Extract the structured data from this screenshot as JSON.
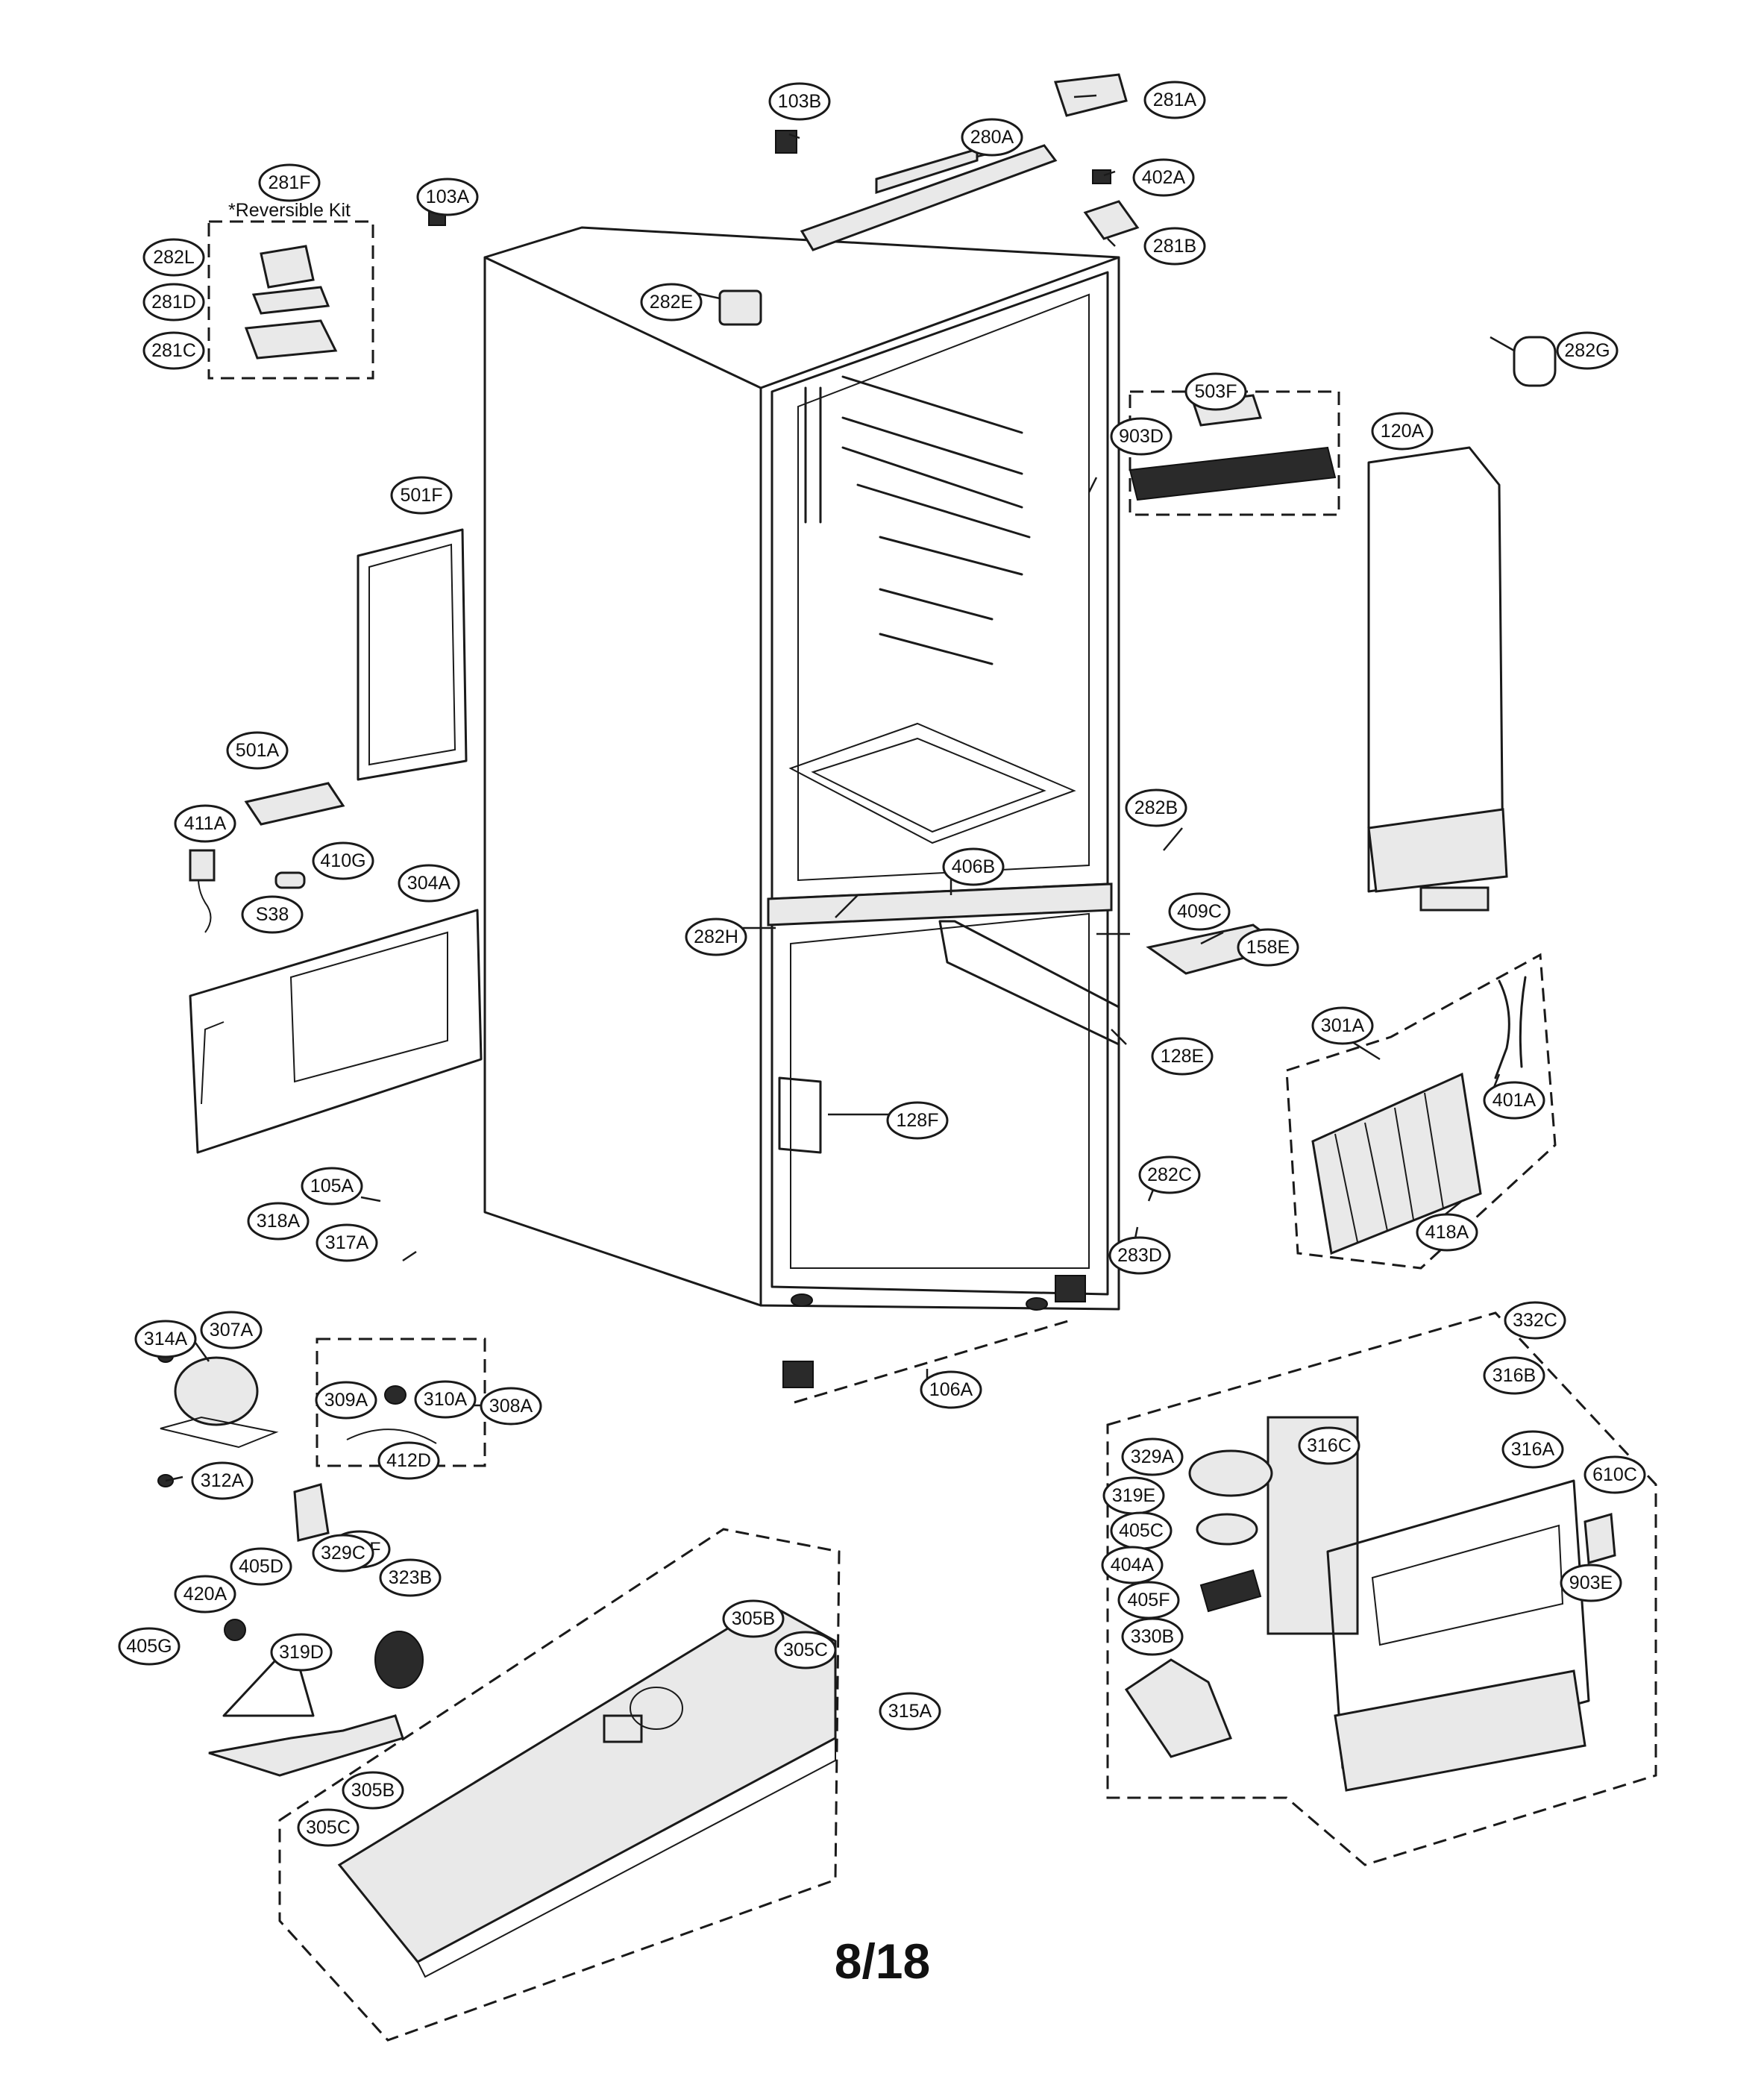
{
  "diagram": {
    "page_number": "8/18",
    "reversible_kit_note": "*Reversible Kit",
    "callouts": [
      "103B",
      "281A",
      "280A",
      "402A",
      "281F",
      "103A",
      "282L",
      "281D",
      "281C",
      "281B",
      "282E",
      "503F",
      "903D",
      "120A",
      "282G",
      "501F",
      "501A",
      "411A",
      "410G",
      "S38",
      "304A",
      "282B",
      "406B",
      "409C",
      "158E",
      "282H",
      "128E",
      "301A",
      "401A",
      "128F",
      "105A",
      "282C",
      "283D",
      "418A",
      "318A",
      "317A",
      "106A",
      "314A",
      "307A",
      "310A",
      "309A",
      "308A",
      "412D",
      "312A",
      "319F",
      "332C",
      "316B",
      "316C",
      "316A",
      "610C",
      "329A",
      "319E",
      "405C",
      "404A",
      "405F",
      "903E",
      "330B",
      "405D",
      "329C",
      "420A",
      "323B",
      "305B",
      "305C",
      "405G",
      "319D",
      "315A"
    ]
  }
}
